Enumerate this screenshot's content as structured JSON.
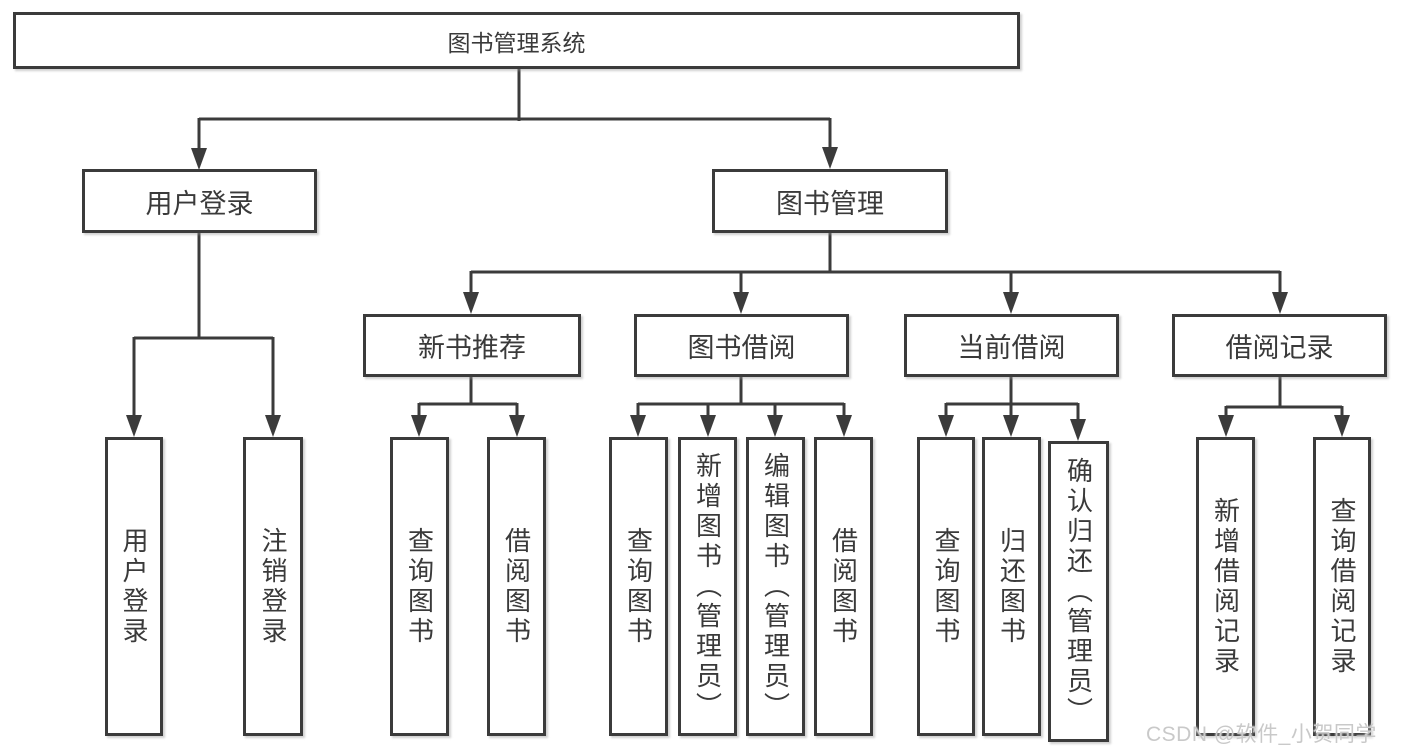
{
  "diagram_title": "图书管理系统",
  "tree": {
    "label": "图书管理系统",
    "children": [
      {
        "label": "用户登录",
        "children": [
          {
            "label": "用户登录"
          },
          {
            "label": "注销登录"
          }
        ]
      },
      {
        "label": "图书管理",
        "children": [
          {
            "label": "新书推荐",
            "children": [
              {
                "label": "查询图书"
              },
              {
                "label": "借阅图书"
              }
            ]
          },
          {
            "label": "图书借阅",
            "children": [
              {
                "label": "查询图书"
              },
              {
                "label": "新增图书（管理员）"
              },
              {
                "label": "编辑图书（管理员）"
              },
              {
                "label": "借阅图书"
              }
            ]
          },
          {
            "label": "当前借阅",
            "children": [
              {
                "label": "查询图书"
              },
              {
                "label": "归还图书"
              },
              {
                "label": "确认归还（管理员）"
              }
            ]
          },
          {
            "label": "借阅记录",
            "children": [
              {
                "label": "新增借阅记录"
              },
              {
                "label": "查询借阅记录"
              }
            ]
          }
        ]
      }
    ]
  },
  "watermark": {
    "text": "CSDN @软件_小贺同学",
    "color": "#c9c9c9"
  },
  "colors": {
    "line": "#3b3b3b",
    "box_border": "#3b3b3b",
    "text": "#3a3a3a",
    "background": "#ffffff"
  }
}
